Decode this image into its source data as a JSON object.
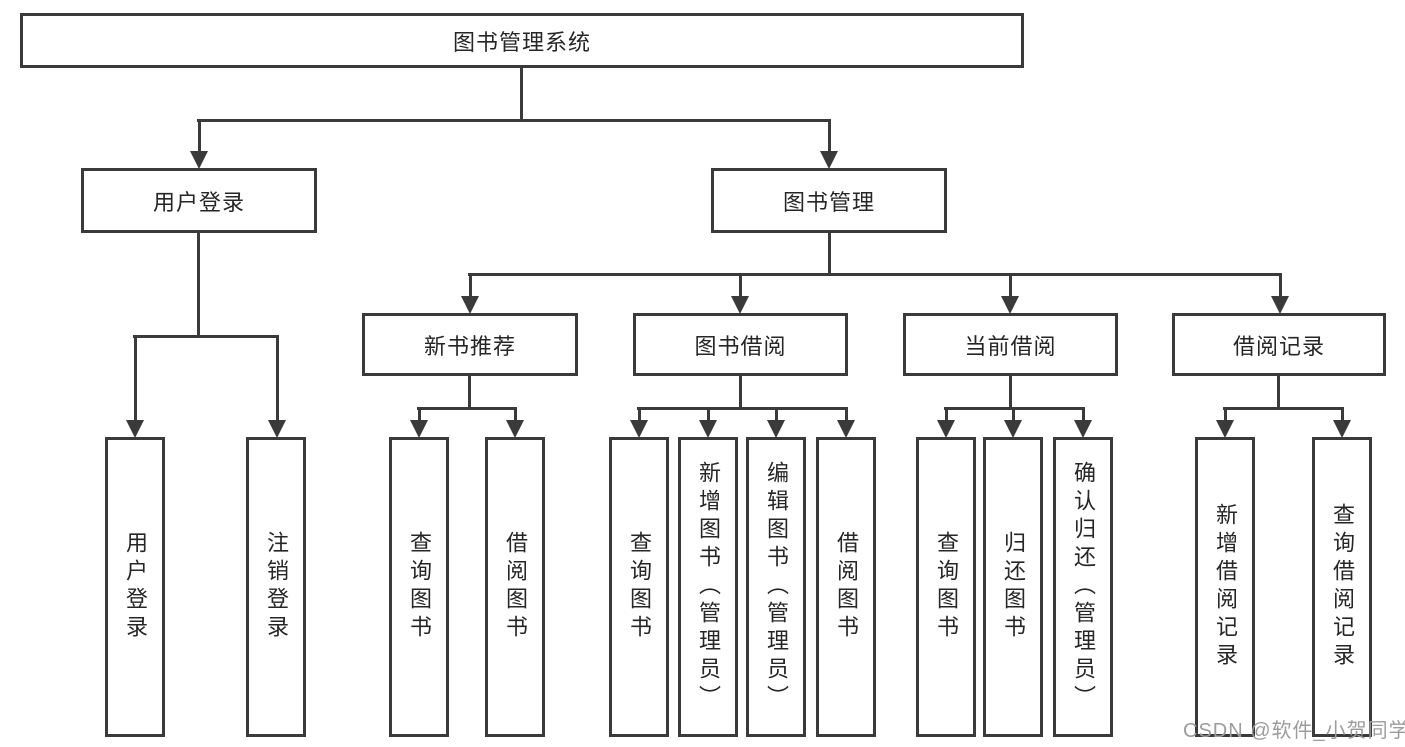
{
  "diagram_type": "hierarchy-tree",
  "tree": {
    "label": "图书管理系统",
    "children": [
      {
        "label": "用户登录",
        "children": [
          {
            "label": "用户登录"
          },
          {
            "label": "注销登录"
          }
        ]
      },
      {
        "label": "图书管理",
        "children": [
          {
            "label": "新书推荐",
            "children": [
              {
                "label": "查询图书"
              },
              {
                "label": "借阅图书"
              }
            ]
          },
          {
            "label": "图书借阅",
            "children": [
              {
                "label": "查询图书"
              },
              {
                "label": "新增图书（管理员）"
              },
              {
                "label": "编辑图书（管理员）"
              },
              {
                "label": "借阅图书"
              }
            ]
          },
          {
            "label": "当前借阅",
            "children": [
              {
                "label": "查询图书"
              },
              {
                "label": "归还图书"
              },
              {
                "label": "确认归还（管理员）"
              }
            ]
          },
          {
            "label": "借阅记录",
            "children": [
              {
                "label": "新增借阅记录"
              },
              {
                "label": "查询借阅记录"
              }
            ]
          }
        ]
      }
    ]
  },
  "watermark": {
    "text": "CSDN @软件_小贺同学"
  },
  "colors": {
    "line": "#3a3a3a",
    "text": "#262626",
    "watermark": "#9c9c9c",
    "background": "#ffffff"
  }
}
